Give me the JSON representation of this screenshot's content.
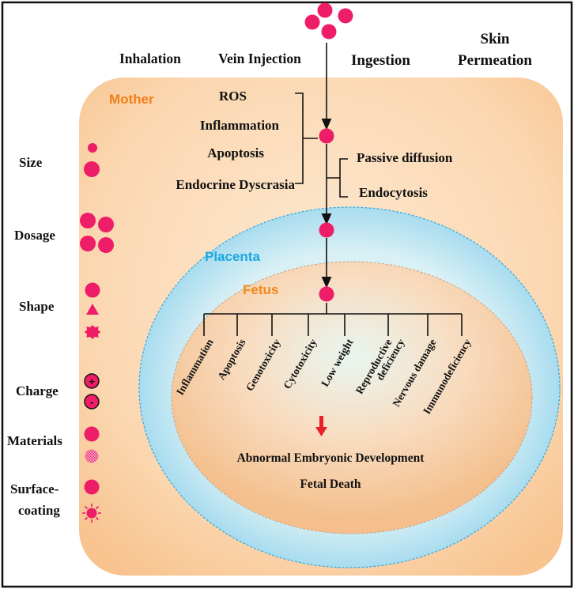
{
  "routes": {
    "inhalation": "Inhalation",
    "vein_injection": "Vein Injection",
    "ingestion": "Ingestion",
    "skin_line1": "Skin",
    "skin_line2": "Permeation"
  },
  "regions": {
    "mother": "Mother",
    "placenta": "Placenta",
    "fetus": "Fetus"
  },
  "maternal_effects": [
    "ROS",
    "Inflammation",
    "Apoptosis",
    "Endocrine Dyscrasia"
  ],
  "transport": [
    "Passive diffusion",
    "Endocytosis"
  ],
  "fetal_effects": [
    "Inflammation",
    "Apoptosis",
    "Genotoxicity",
    "Cytotoxicity",
    "Low weight",
    "Reproductive",
    "deficiency",
    "Nervous damage",
    "Immunodeficiency"
  ],
  "outcomes": {
    "line1": "Abnormal Embryonic Development",
    "line2": "Fetal Death"
  },
  "factors": {
    "size": "Size",
    "dosage": "Dosage",
    "shape": "Shape",
    "charge": "Charge",
    "materials": "Materials",
    "surface_line1": "Surface-",
    "surface_line2": "coating"
  },
  "charge_signs": {
    "plus": "+",
    "minus": "-"
  },
  "colors": {
    "particle": "#ee1d68",
    "mother_label": "#f07f1c",
    "placenta_label": "#1aa7e0",
    "fetus_label": "#f08a1a",
    "outcome": "#e8202a",
    "mother_fill": "#fbd5ab",
    "placenta_fill": "#bfe6f2"
  }
}
